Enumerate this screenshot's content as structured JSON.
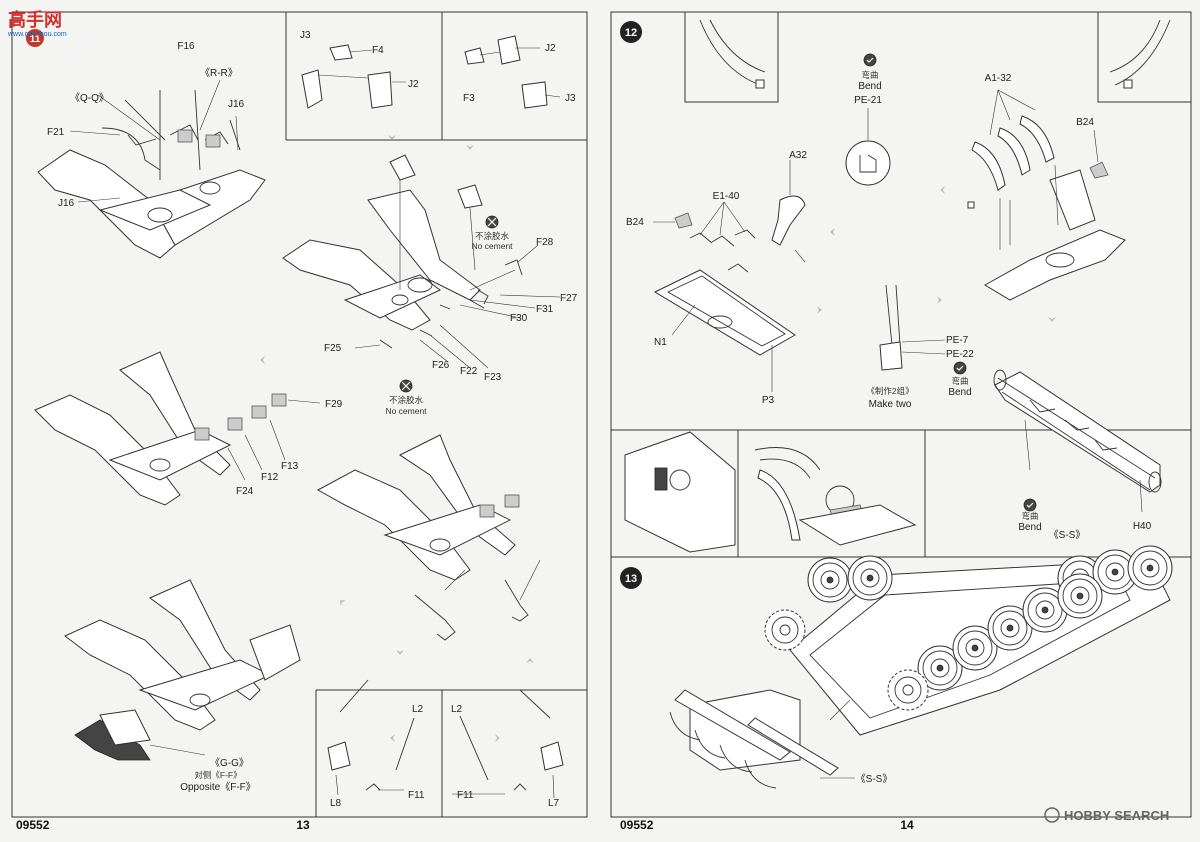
{
  "watermark": {
    "site_logo": "高手网",
    "site_url": "www.gaoshou.com",
    "search_logo": "HOBBY SEARCH"
  },
  "left_page": {
    "step_label": "11",
    "kit_code": "09552",
    "page_number": "13",
    "sections": {
      "f16": "F16",
      "rr": "《R-R》",
      "qq": "《Q-Q》",
      "j16a": "J16",
      "f21": "F21",
      "j16b": "J16",
      "j3a": "J3",
      "f4": "F4",
      "j2a": "J2",
      "j2b": "J2",
      "f3": "F3",
      "j3b": "J3",
      "no_cement_cn_1": "不涂胶水",
      "no_cement_en_1": "No cement",
      "f28": "F28",
      "f27": "F27",
      "f31": "F31",
      "f30": "F30",
      "f25": "F25",
      "f26": "F26",
      "f22": "F22",
      "f23": "F23",
      "no_cement_cn_2": "不涂胶水",
      "no_cement_en_2": "No cement",
      "f29": "F29",
      "f13": "F13",
      "f12": "F12",
      "f24": "F24",
      "gg": "《G-G》",
      "opposite_cn": "对侧《F-F》",
      "opposite_en": "Opposite《F-F》",
      "l2a": "L2",
      "l8": "L8",
      "f11a": "F11",
      "l2b": "L2",
      "f11b": "F11",
      "l7": "L7"
    }
  },
  "right_page": {
    "step12_label": "12",
    "step13_label": "13",
    "kit_code": "09552",
    "page_number": "14",
    "sections": {
      "bend_cn_1": "弯曲",
      "bend_en_1": "Bend",
      "pe21": "PE-21",
      "a132": "A1-32",
      "b24a": "B24",
      "a32": "A32",
      "e140": "E1-40",
      "b24b": "B24",
      "n1": "N1",
      "p3": "P3",
      "pe7": "PE-7",
      "pe22": "PE-22",
      "bend_cn_2": "弯曲",
      "bend_en_2": "Bend",
      "make_two_cn": "《制作2组》",
      "make_two_en": "Make two",
      "bend_cn_3": "弯曲",
      "bend_en_3": "Bend",
      "ss_a": "《S-S》",
      "h40": "H40",
      "ss_b": "《S-S》"
    }
  }
}
